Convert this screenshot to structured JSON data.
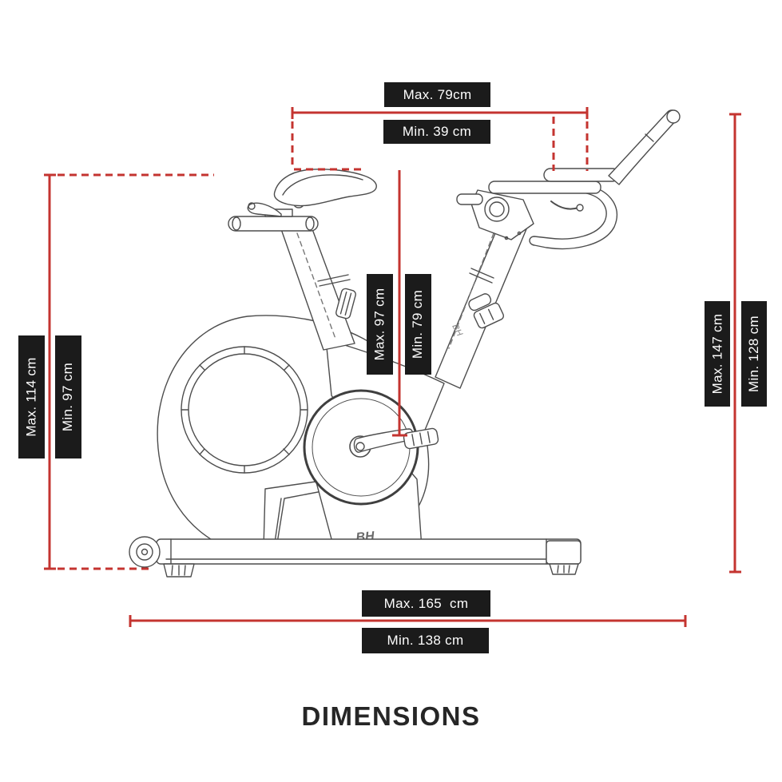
{
  "title": "DIMENSIONS",
  "colors": {
    "dimension_line": "#c43430",
    "label_background": "#1b1b1b",
    "label_text": "#ffffff",
    "line_art": "#4d4d4d"
  },
  "bike": {
    "logo": "BH"
  },
  "dimensions": {
    "handlebar_to_saddle": {
      "orientation": "horizontal",
      "max": "Max. 79cm",
      "min": "Min. 39 cm"
    },
    "saddle_height": {
      "orientation": "vertical",
      "max": "Max. 114 cm",
      "min": "Min. 97 cm"
    },
    "saddle_to_crank": {
      "orientation": "vertical",
      "max": "Max. 97 cm",
      "min": "Min. 79 cm"
    },
    "handlebar_height": {
      "orientation": "vertical",
      "max": "Max. 147 cm",
      "min": "Min. 128 cm"
    },
    "base_length": {
      "orientation": "horizontal",
      "max": "Max. 165  cm",
      "min": "Min. 138 cm"
    }
  }
}
